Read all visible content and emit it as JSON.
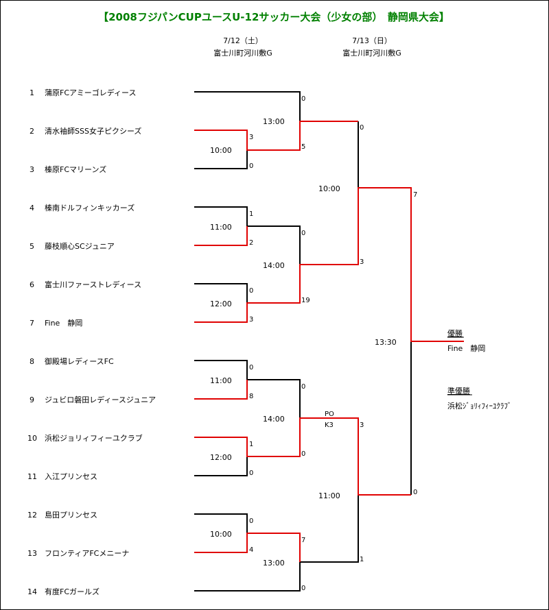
{
  "title": "【2008フジパンCUPユースU-12サッカー大会（少女の部）　静岡県大会】",
  "dates": [
    {
      "date": "7/12（土）",
      "venue": "富士川町河川敷G"
    },
    {
      "date": "7/13（日）",
      "venue": "富士川町河川敷G"
    }
  ],
  "teams": [
    {
      "no": "1",
      "name": "蒲原FCアミーゴレディース"
    },
    {
      "no": "2",
      "name": "清水袖師SSS女子ピクシーズ"
    },
    {
      "no": "3",
      "name": "榛原FCマリーンズ"
    },
    {
      "no": "4",
      "name": "榛南ドルフィンキッカーズ"
    },
    {
      "no": "5",
      "name": "藤枝順心SCジュニア"
    },
    {
      "no": "6",
      "name": "富士川ファーストレディース"
    },
    {
      "no": "7",
      "name": "Fine　静岡"
    },
    {
      "no": "8",
      "name": "御殿場レディースFC"
    },
    {
      "no": "9",
      "name": "ジュビロ磐田レディースジュニア"
    },
    {
      "no": "10",
      "name": "浜松ジョリィフィーユクラブ"
    },
    {
      "no": "11",
      "name": "入江プリンセス"
    },
    {
      "no": "12",
      "name": "島田プリンセス"
    },
    {
      "no": "13",
      "name": "フロンティアFCメニーナ"
    },
    {
      "no": "14",
      "name": "有度FCガールズ"
    }
  ],
  "scores": {
    "m1": [
      "3",
      "0"
    ],
    "m2": [
      "1",
      "2"
    ],
    "m3": [
      "0",
      "3"
    ],
    "m4": [
      "0",
      "8"
    ],
    "m5": [
      "1",
      "0"
    ],
    "m6": [
      "0",
      "4"
    ],
    "q1": [
      "0",
      "5"
    ],
    "q2": [
      "0",
      "19"
    ],
    "q3": [
      "0",
      "0"
    ],
    "q4": [
      "7",
      "0"
    ],
    "s1": [
      "0",
      "3"
    ],
    "s2": [
      "3",
      "1"
    ],
    "f": [
      "7",
      "0"
    ]
  },
  "times": {
    "m1": "10:00",
    "m2": "11:00",
    "m3": "12:00",
    "m4": "11:00",
    "m5": "12:00",
    "m6": "10:00",
    "q1": "13:00",
    "q2": "14:00",
    "q3": "14:00",
    "q4": "13:00",
    "s1": "10:00",
    "s2": "11:00",
    "f": "13:30"
  },
  "pk": {
    "line1": "PO",
    "line2": "K3"
  },
  "result": {
    "champion_label": "優勝",
    "champion": "Fine　静岡",
    "runnerup_label": "準優勝",
    "runnerup": "浜松ｼﾞｮﾘｨﾌｨｰﾕｸﾗﾌﾞ"
  },
  "colors": {
    "winner_line": "#e00000",
    "line": "#000000",
    "title": "#008000"
  }
}
